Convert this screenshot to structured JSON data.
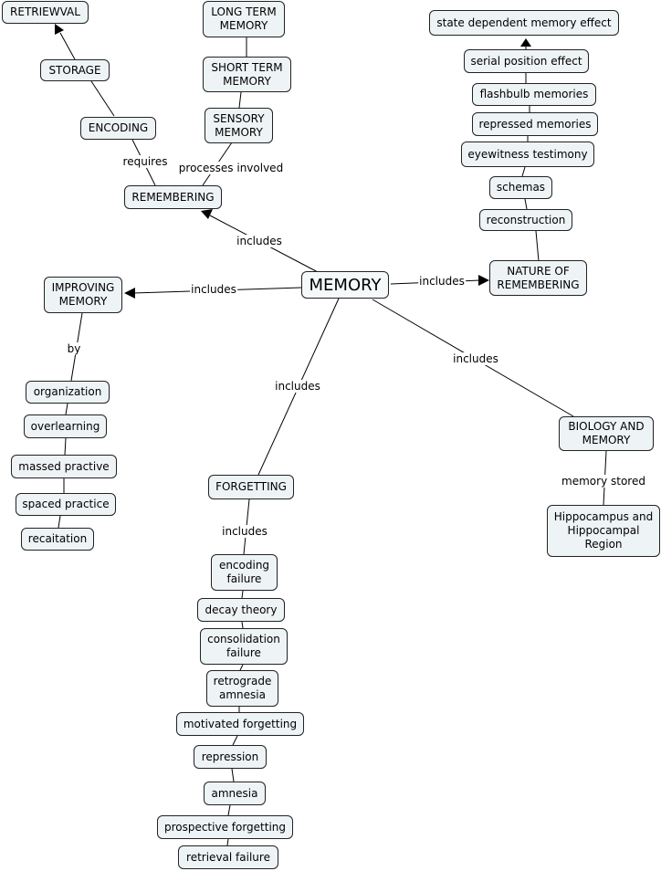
{
  "nodes": {
    "memory": "MEMORY",
    "retrievval": "RETRIEWVAL",
    "storage": "STORAGE",
    "encoding": "ENCODING",
    "remembering": "REMEMBERING",
    "long_term": "LONG TERM\nMEMORY",
    "short_term": "SHORT TERM\nMEMORY",
    "sensory": "SENSORY\nMEMORY",
    "state_dependent": "state dependent memory effect",
    "serial_position": "serial position effect",
    "flashbulb": "flashbulb memories",
    "repressed": "repressed memories",
    "eyewitness": "eyewitness testimony",
    "schemas": "schemas",
    "reconstruction": "reconstruction",
    "nature": "NATURE OF\nREMEMBERING",
    "improving": "IMPROVING\nMEMORY",
    "organization": "organization",
    "overlearning": "overlearning",
    "massed": "massed practive",
    "spaced": "spaced practice",
    "recaitation": "recaitation",
    "biology": "BIOLOGY AND\nMEMORY",
    "hippocampus": "Hippocampus and\nHippocampal\nRegion",
    "forgetting": "FORGETTING",
    "encoding_failure": "encoding\nfailure",
    "decay": "decay theory",
    "consolidation": "consolidation\nfailure",
    "retrograde": "retrograde\namnesia",
    "motivated": "motivated forgetting",
    "repression": "repression",
    "amnesia": "amnesia",
    "prospective": "prospective forgetting",
    "retrieval_failure": "retrieval failure"
  },
  "links": {
    "requires": "requires",
    "processes_involved": "processes involved",
    "includes_remembering": "includes",
    "includes_improving": "includes",
    "includes_nature": "includes",
    "includes_forgetting": "includes",
    "includes_biology": "includes",
    "by": "by",
    "includes_forgetting_list": "includes",
    "memory_stored": "memory stored"
  }
}
